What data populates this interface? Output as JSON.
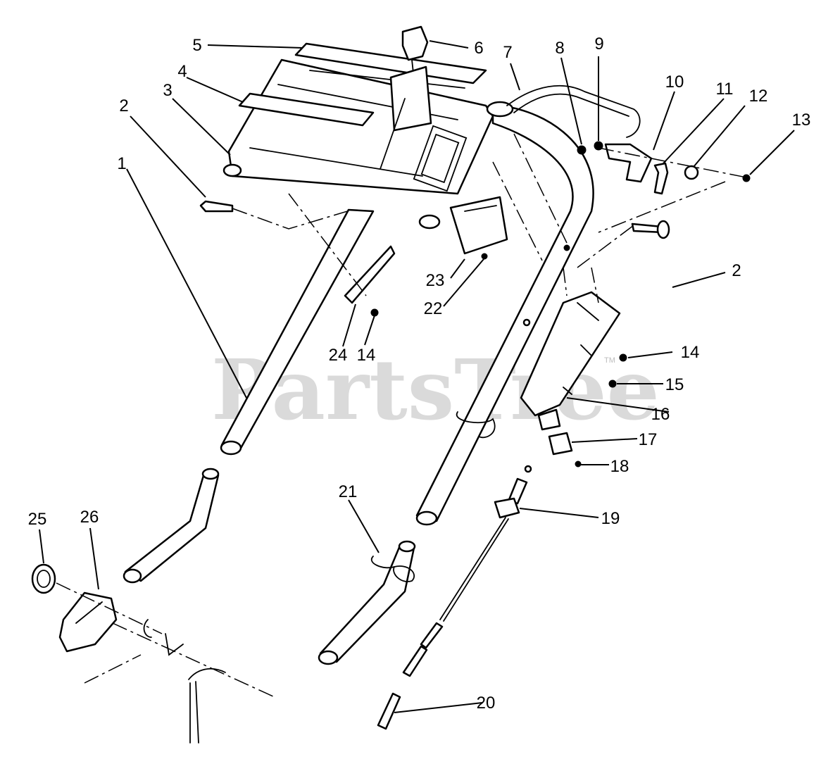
{
  "watermark": {
    "text": "PartsTree",
    "trademark": "TM"
  },
  "callouts": {
    "c1": "1",
    "c2a": "2",
    "c2b": "2",
    "c3": "3",
    "c4": "4",
    "c5": "5",
    "c6": "6",
    "c7": "7",
    "c8": "8",
    "c9": "9",
    "c10": "10",
    "c11": "11",
    "c12": "12",
    "c13": "13",
    "c14a": "14",
    "c14b": "14",
    "c15": "15",
    "c16": "16",
    "c17": "17",
    "c18": "18",
    "c19": "19",
    "c20": "20",
    "c21": "21",
    "c22": "22",
    "c23": "23",
    "c24": "24",
    "c25": "25",
    "c26": "26"
  },
  "colors": {
    "ink": "#000000",
    "watermark": "#bdbdbd",
    "background": "#ffffff"
  }
}
